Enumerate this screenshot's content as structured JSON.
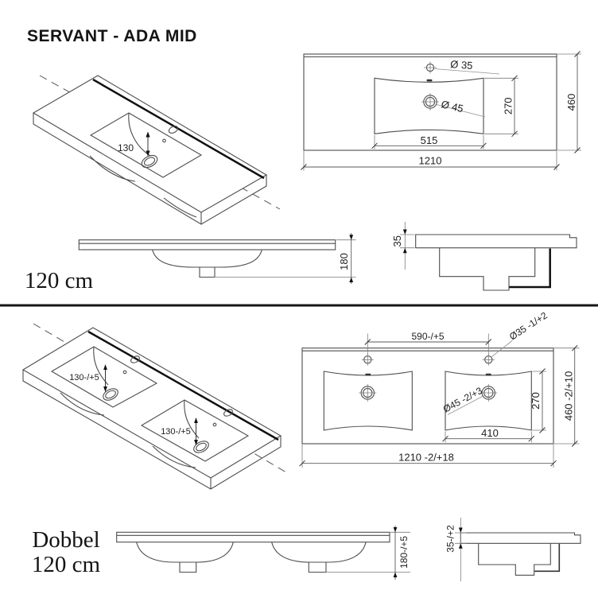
{
  "title": "SERVANT - ADA MID",
  "single": {
    "size_label": "120 cm",
    "iso_depth": "130",
    "plan": {
      "tap": "Ø 35",
      "drain": "Ø 45",
      "basin_depth": "270",
      "basin_width": "515",
      "width": "1210",
      "depth": "460"
    },
    "front_height": "180",
    "side_thickness": "35"
  },
  "double": {
    "size_label_1": "Dobbel",
    "size_label_2": "120 cm",
    "iso_depth_left": "130-/+5",
    "iso_depth_right": "130-/+5",
    "plan": {
      "tap_spacing": "590-/+5",
      "tap": "Ø35 -1/+2",
      "drain": "Ø45 -2/+3",
      "basin_depth": "270",
      "basin_width": "410",
      "width": "1210 -2/+18",
      "depth": "460 -2/+10"
    },
    "front_height": "180-/+5",
    "side_thickness": "35-/+2"
  }
}
